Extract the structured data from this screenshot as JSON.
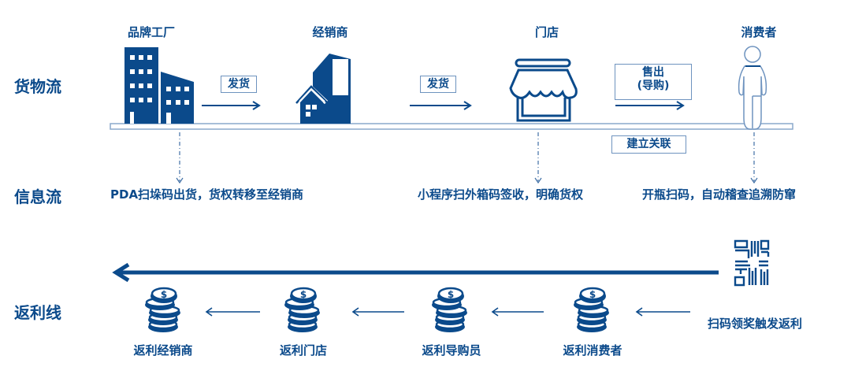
{
  "rows": {
    "goods": "货物流",
    "info": "信息流",
    "rebate": "返利线"
  },
  "nodes": [
    {
      "title": "品牌工厂",
      "icon": "factory-icon"
    },
    {
      "title": "经销商",
      "icon": "distributor-building-icon"
    },
    {
      "title": "门店",
      "icon": "store-icon"
    },
    {
      "title": "消费者",
      "icon": "person-icon"
    }
  ],
  "goods_flow": {
    "ship1": "发货",
    "ship2": "发货",
    "sell_line1": "售出",
    "sell_line2": "(导购)",
    "link": "建立关联"
  },
  "info_flow": [
    "PDA扫垛码出货，货权转移至经销商",
    "小程序扫外箱码签收，明确货权",
    "开瓶扫码，自动稽查追溯防窜"
  ],
  "rebate": {
    "items": [
      "返利经销商",
      "返利门店",
      "返利导购员",
      "返利消费者"
    ],
    "trigger": "扫码领奖触发返利",
    "trigger_icon": "qr-code-icon",
    "item_icon": "coin-stack-icon"
  },
  "colors": {
    "primary": "#0b4a8b",
    "light": "#6e93bf"
  }
}
